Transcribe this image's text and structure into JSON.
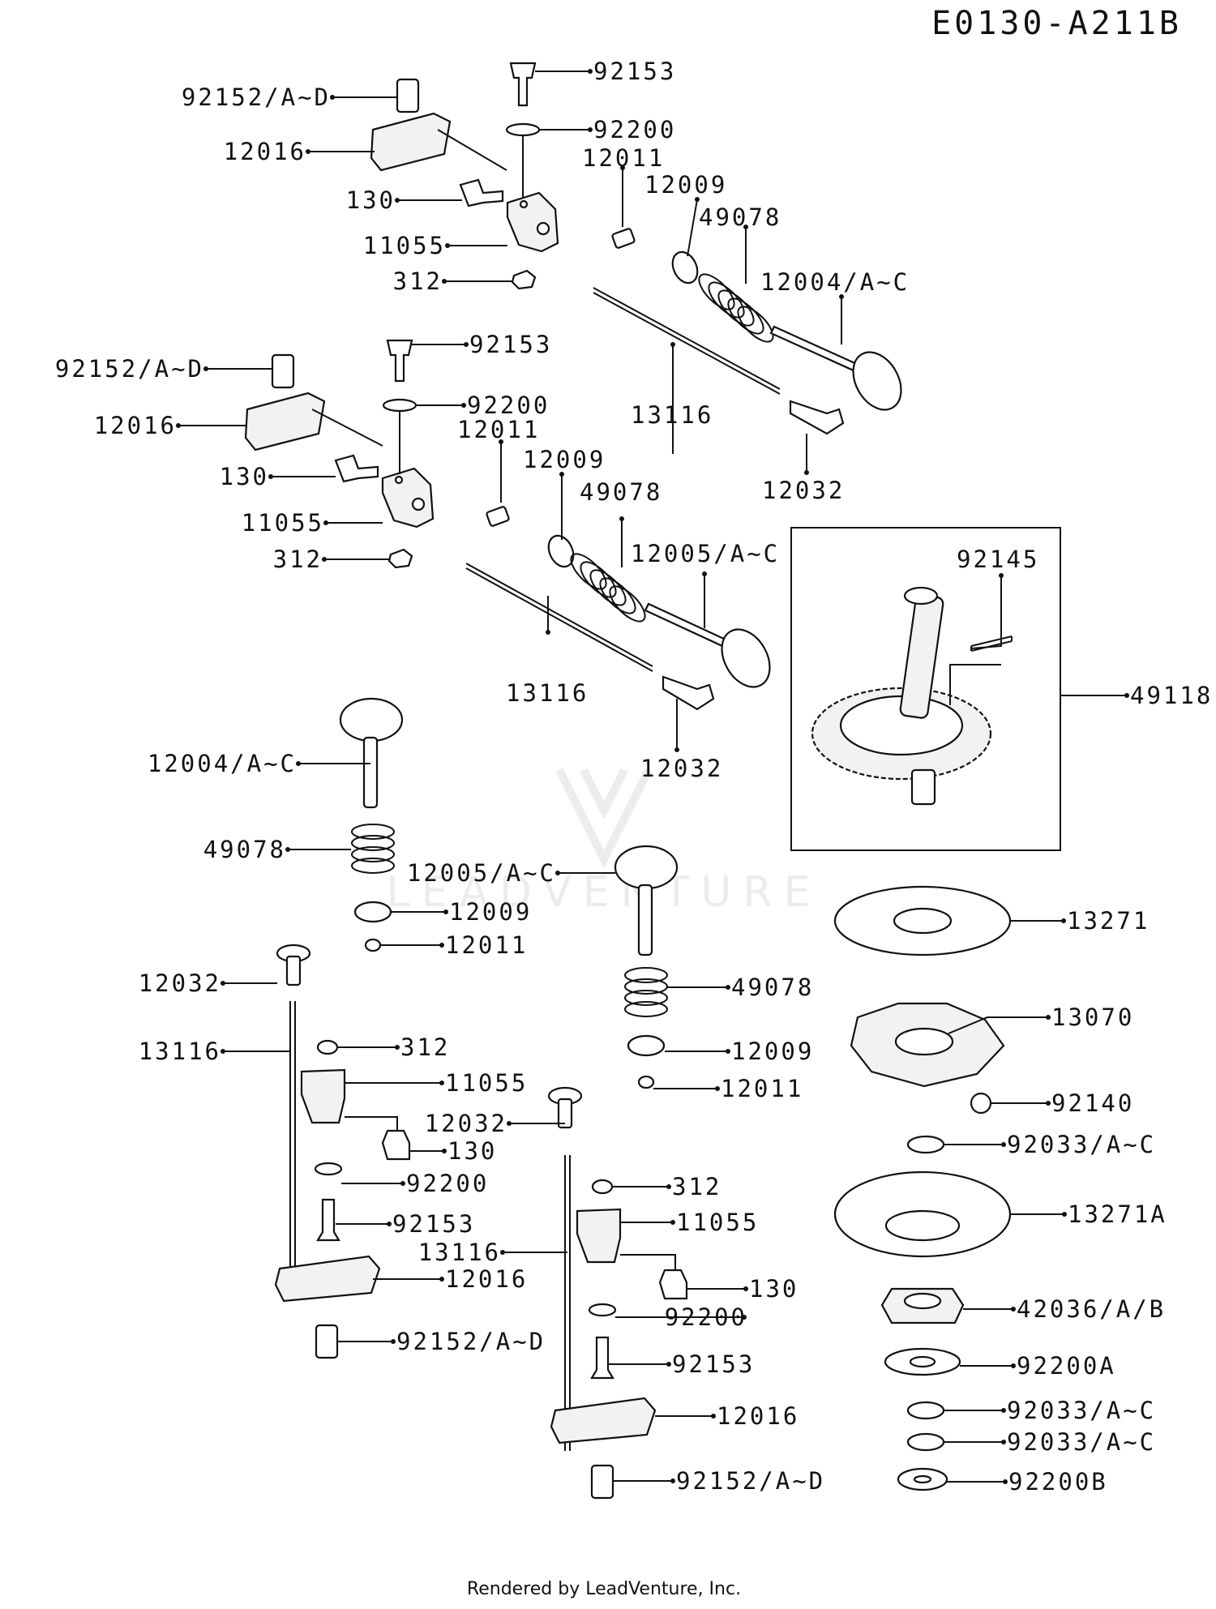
{
  "diagram": {
    "code": "E0130-A211B",
    "credit": "Rendered by LeadVenture, Inc.",
    "watermark": "LEADVENTURE"
  },
  "labels": [
    {
      "id": "l1",
      "text": "92152/A~D"
    },
    {
      "id": "l2",
      "text": "92153"
    },
    {
      "id": "l3",
      "text": "12016"
    },
    {
      "id": "l4",
      "text": "92200"
    },
    {
      "id": "l5",
      "text": "12011"
    },
    {
      "id": "l6",
      "text": "130"
    },
    {
      "id": "l7",
      "text": "12009"
    },
    {
      "id": "l8",
      "text": "49078"
    },
    {
      "id": "l9",
      "text": "11055"
    },
    {
      "id": "l10",
      "text": "12004/A~C"
    },
    {
      "id": "l11",
      "text": "312"
    },
    {
      "id": "l12",
      "text": "92152/A~D"
    },
    {
      "id": "l13",
      "text": "92153"
    },
    {
      "id": "l14",
      "text": "13116"
    },
    {
      "id": "l15",
      "text": "92200"
    },
    {
      "id": "l16",
      "text": "12016"
    },
    {
      "id": "l17",
      "text": "12011"
    },
    {
      "id": "l18",
      "text": "12032"
    },
    {
      "id": "l19",
      "text": "12009"
    },
    {
      "id": "l20",
      "text": "130"
    },
    {
      "id": "l21",
      "text": "49078"
    },
    {
      "id": "l22",
      "text": "11055"
    },
    {
      "id": "l23",
      "text": "12005/A~C"
    },
    {
      "id": "l24",
      "text": "92145"
    },
    {
      "id": "l25",
      "text": "312"
    },
    {
      "id": "l26",
      "text": "49118"
    },
    {
      "id": "l27",
      "text": "13116"
    },
    {
      "id": "l28",
      "text": "12004/A~C"
    },
    {
      "id": "l29",
      "text": "12032"
    },
    {
      "id": "l30",
      "text": "49078"
    },
    {
      "id": "l31",
      "text": "12005/A~C"
    },
    {
      "id": "l32",
      "text": "12009"
    },
    {
      "id": "l33",
      "text": "13271"
    },
    {
      "id": "l34",
      "text": "12011"
    },
    {
      "id": "l35",
      "text": "12032"
    },
    {
      "id": "l36",
      "text": "49078"
    },
    {
      "id": "l37",
      "text": "13070"
    },
    {
      "id": "l38",
      "text": "13116"
    },
    {
      "id": "l39",
      "text": "312"
    },
    {
      "id": "l40",
      "text": "12009"
    },
    {
      "id": "l41",
      "text": "11055"
    },
    {
      "id": "l42",
      "text": "12011"
    },
    {
      "id": "l43",
      "text": "12032"
    },
    {
      "id": "l44",
      "text": "92140"
    },
    {
      "id": "l45",
      "text": "130"
    },
    {
      "id": "l46",
      "text": "92033/A~C"
    },
    {
      "id": "l47",
      "text": "92200"
    },
    {
      "id": "l48",
      "text": "312"
    },
    {
      "id": "l49",
      "text": "92153"
    },
    {
      "id": "l50",
      "text": "11055"
    },
    {
      "id": "l51",
      "text": "13271A"
    },
    {
      "id": "l52",
      "text": "13116"
    },
    {
      "id": "l53",
      "text": "12016"
    },
    {
      "id": "l54",
      "text": "130"
    },
    {
      "id": "l55",
      "text": "92200"
    },
    {
      "id": "l56",
      "text": "42036/A/B"
    },
    {
      "id": "l57",
      "text": "92152/A~D"
    },
    {
      "id": "l58",
      "text": "92153"
    },
    {
      "id": "l59",
      "text": "92200A"
    },
    {
      "id": "l60",
      "text": "12016"
    },
    {
      "id": "l61",
      "text": "92033/A~C"
    },
    {
      "id": "l62",
      "text": "92033/A~C"
    },
    {
      "id": "l63",
      "text": "92152/A~D"
    },
    {
      "id": "l64",
      "text": "92200B"
    }
  ]
}
